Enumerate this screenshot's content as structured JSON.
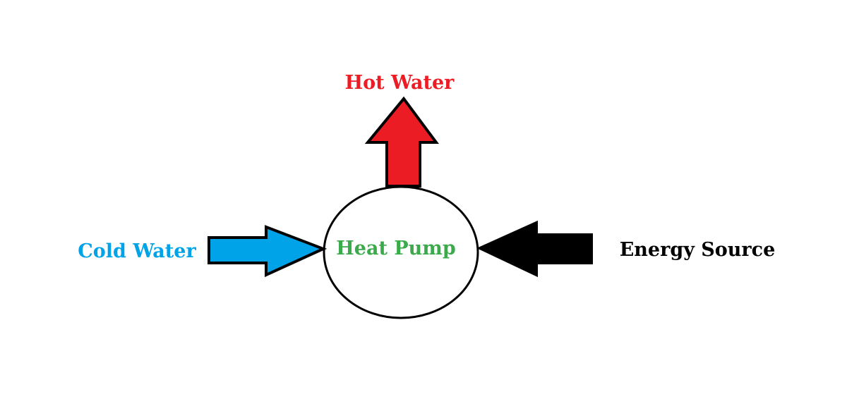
{
  "diagram": {
    "center": {
      "label": "Heat Pump",
      "color": "#3aaa4a"
    },
    "outputs": [
      {
        "label": "Hot Water",
        "color": "#ec1c24",
        "direction": "up"
      }
    ],
    "inputs": [
      {
        "label": "Cold Water",
        "color": "#00a2e8",
        "direction": "right"
      },
      {
        "label": "Energy Source",
        "color": "#000000",
        "direction": "left"
      }
    ]
  },
  "colors": {
    "outline": "#000000",
    "background": "#ffffff"
  }
}
